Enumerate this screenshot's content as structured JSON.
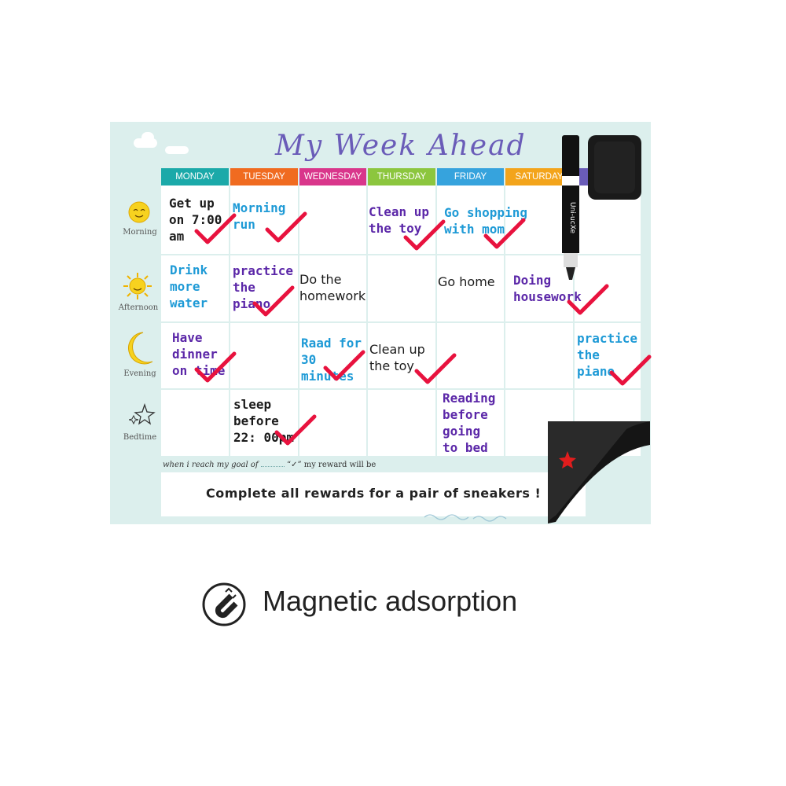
{
  "title": "My Week Ahead",
  "days": [
    "MONDAY",
    "TUESDAY",
    "WEDNESDAY",
    "THURSDAY",
    "FRIDAY",
    "SATURDAY"
  ],
  "day_colors": [
    "#1ba9a9",
    "#f06b20",
    "#d9368b",
    "#8cc63e",
    "#36a3dd",
    "#f3a41b"
  ],
  "periods": [
    "Morning",
    "Afternoon",
    "Evening",
    "Bedtime"
  ],
  "notes": {
    "monday_morning": [
      "Get up",
      "on 7:00",
      "am"
    ],
    "tuesday_morning": [
      "Morning",
      "run"
    ],
    "thursday_morning": [
      "Clean up",
      "the toy"
    ],
    "friday_morning": [
      "Go shopping",
      "with mom"
    ],
    "monday_afternoon": [
      "Drink",
      "more",
      "water"
    ],
    "tuesday_afternoon": [
      "practice",
      "the",
      "piano"
    ],
    "wednesday_afternoon": [
      "Do the",
      "homework"
    ],
    "friday_afternoon": [
      "Go home"
    ],
    "saturday_afternoon": [
      "Doing",
      "housework"
    ],
    "monday_evening": [
      "Have",
      "dinner",
      "on time"
    ],
    "wednesday_evening": [
      "Raad for",
      "30",
      "minutes"
    ],
    "thursday_evening": [
      "Clean up",
      "the toy"
    ],
    "sunday_evening": [
      "practice",
      "the",
      "piano"
    ],
    "tuesday_bedtime": [
      "sleep",
      "before",
      "22: 00pm"
    ],
    "friday_bedtime": [
      "Reading",
      "before",
      "going",
      "to bed"
    ]
  },
  "goal_line": "when i reach my goal of",
  "goal_check": "“✓” my reward will be",
  "reward": "Complete all rewards for a pair of sneakers !",
  "marker_label": "Uni-ucXe",
  "caption": "Magnetic adsorption",
  "icons": [
    "cloud-icon",
    "sun-morning-icon",
    "sun-afternoon-icon",
    "moon-icon",
    "stars-icon",
    "check-mark-icon",
    "magnet-icon",
    "star-icon"
  ]
}
